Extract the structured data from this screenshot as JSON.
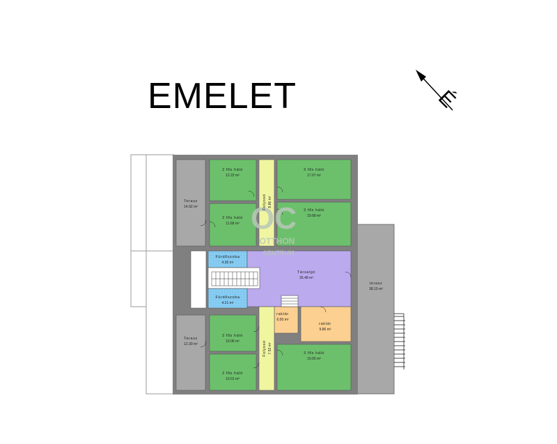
{
  "heading": "EMELET",
  "compass_letter": "É",
  "watermark": {
    "monogram": "OC",
    "line1": "OTTHON",
    "line2": "CENTRUM"
  },
  "rooms": [
    {
      "name": "Terasz",
      "area": "14.92 m²"
    },
    {
      "name": "2 fős háló",
      "area": "12.22 m²"
    },
    {
      "name": "Folyosó",
      "area": "8.86 m²"
    },
    {
      "name": "3 fős háló",
      "area": "17.07 m²"
    },
    {
      "name": "2 fős háló",
      "area": "11.68 m²"
    },
    {
      "name": "3 fős háló",
      "area": "19.68 m²"
    },
    {
      "name": "Fürdőszoba",
      "area": "4.36 m²"
    },
    {
      "name": "Társalgó",
      "area": "35.48 m²"
    },
    {
      "name": "Fürdőszoba",
      "area": "4.21 m²"
    },
    {
      "name": "terasz",
      "area": "38.15 m²"
    },
    {
      "name": "raktár",
      "area": "6.00 m²"
    },
    {
      "name": "raktár",
      "area": "9.86 m²"
    },
    {
      "name": "Terasz",
      "area": "12.30 m²"
    },
    {
      "name": "2 fős háló",
      "area": "10.06 m²"
    },
    {
      "name": "Folyosó",
      "area": "7.53 m²"
    },
    {
      "name": "3 fős háló",
      "area": "19.05 m²"
    },
    {
      "name": "2 fős háló",
      "area": "10.01 m²"
    }
  ],
  "colors": {
    "bedroom": "#6cc06c",
    "terrace": "#a8a8a8",
    "corridor": "#f0f5a0",
    "lounge": "#bbaaee",
    "bathroom": "#80c8f0",
    "storage": "#fbd090",
    "wall": "#808080"
  }
}
